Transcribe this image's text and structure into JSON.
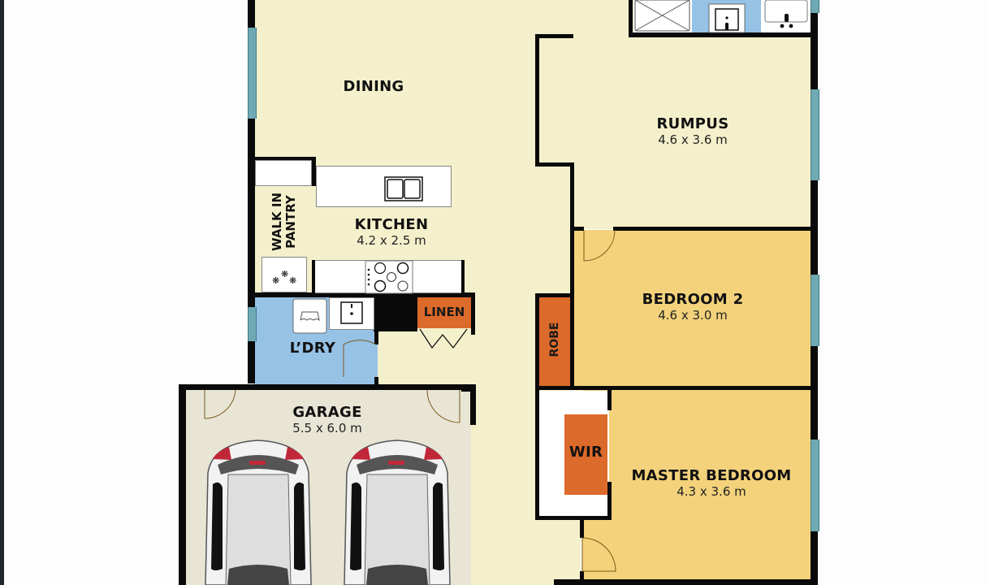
{
  "floorplan": {
    "colors": {
      "living": "#f5f0cc",
      "bedroom": "#f3d27b",
      "laundry": "#96c2e6",
      "garage": "#e8e5d5",
      "closet": "#dc6a2a",
      "wall": "#0a0a0a",
      "window": "#6fa9b4",
      "background": "#fdfdfd"
    },
    "rooms": {
      "dining": {
        "name": "DINING"
      },
      "rumpus": {
        "name": "RUMPUS",
        "dims": "4.6 x 3.6 m"
      },
      "kitchen": {
        "name": "KITCHEN",
        "dims": "4.2 x 2.5 m"
      },
      "pantry": {
        "name_line1": "WALK IN",
        "name_line2": "PANTRY"
      },
      "laundry": {
        "name": "L’DRY"
      },
      "linen": {
        "name": "LINEN"
      },
      "robe": {
        "name": "ROBE"
      },
      "bedroom2": {
        "name": "BEDROOM 2",
        "dims": "4.6 x 3.0 m"
      },
      "wir": {
        "name": "WIR"
      },
      "master": {
        "name": "MASTER BEDROOM",
        "dims": "4.3 x 3.6 m"
      },
      "garage": {
        "name": "GARAGE",
        "dims": "5.5 x 6.0 m"
      }
    }
  }
}
